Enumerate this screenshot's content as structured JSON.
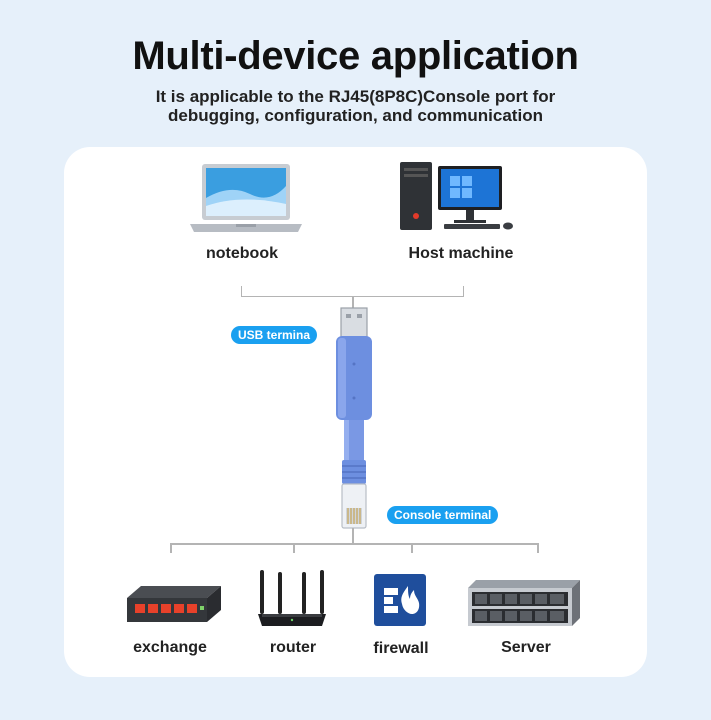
{
  "header": {
    "title": "Multi-device application",
    "subtitle_line1": "It is applicable to the RJ45(8P8C)Console port for",
    "subtitle_line2": "debugging, configuration, and communication"
  },
  "top_devices": [
    {
      "label": "notebook",
      "icon": "laptop-icon"
    },
    {
      "label": "Host machine",
      "icon": "desktop-pc-icon"
    }
  ],
  "cable": {
    "usb_label": "USB termina",
    "console_label": "Console terminal",
    "color": "#6d8fe0"
  },
  "bottom_devices": [
    {
      "label": "exchange",
      "icon": "switch-icon"
    },
    {
      "label": "router",
      "icon": "router-icon"
    },
    {
      "label": "firewall",
      "icon": "firewall-icon"
    },
    {
      "label": "Server",
      "icon": "server-icon"
    }
  ],
  "colors": {
    "background": "#e6f0fa",
    "accent": "#1aa0f0",
    "switch_port": "#e8412a"
  }
}
